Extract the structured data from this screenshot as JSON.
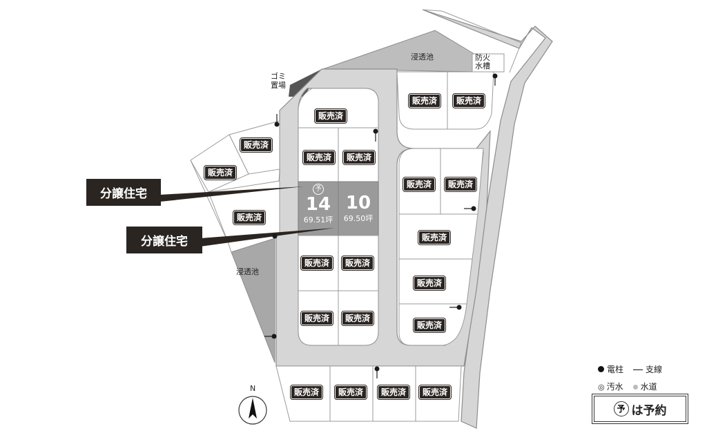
{
  "labels": {
    "pond_top": "浸透池",
    "pond_left": "浸透池",
    "water_tank": "防火\n水槽",
    "garbage": "ゴミ\n置場",
    "sold": "販売済",
    "callout_1": "分譲住宅",
    "callout_2": "分譲住宅",
    "reserved_mark": "予",
    "north": "N"
  },
  "featured_lots": [
    {
      "number": "14",
      "area": "69.51坪",
      "reserved": true
    },
    {
      "number": "10",
      "area": "69.50坪",
      "reserved": false
    }
  ],
  "legend": {
    "pole": "電柱",
    "support_wire": "支線",
    "sewage": "汚水",
    "water": "水道",
    "reserved_note": "は予約",
    "reserved_symbol": "予"
  },
  "colors": {
    "road": "#d6d6d6",
    "pond": "#a8a8a8",
    "featured_lot": "#9a9a9a",
    "dark": "#2b2522"
  }
}
